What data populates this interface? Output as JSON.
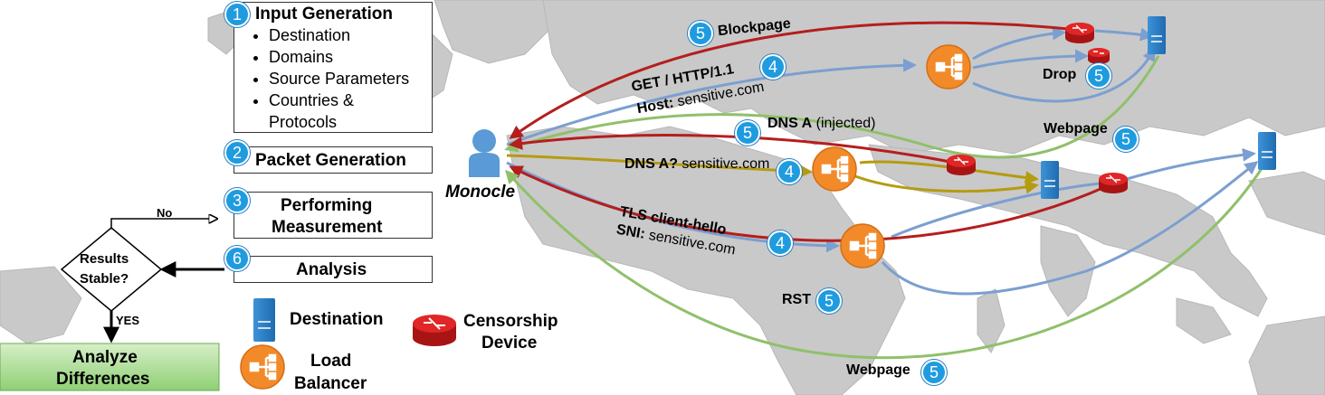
{
  "steps": [
    {
      "num": "1",
      "title": "Input Generation",
      "bullets": [
        "Destination",
        "Domains",
        "Source Parameters",
        "Countries &",
        "Protocols"
      ]
    },
    {
      "num": "2",
      "title": "Packet Generation"
    },
    {
      "num": "3",
      "title_line1": "Performing",
      "title_line2": "Measurement"
    },
    {
      "num": "6",
      "title": "Analysis"
    }
  ],
  "flow": {
    "decision_line1": "Results",
    "decision_line2": "Stable?",
    "no_label": "No",
    "yes_label": "YES",
    "result_line1": "Analyze",
    "result_line2": "Differences"
  },
  "monocle_label": "Monocle",
  "map_labels": {
    "blockpage": {
      "num": "5",
      "text": "Blockpage"
    },
    "http_get": {
      "num": "4",
      "line1": "GET / HTTP/1.1",
      "line2_bold": "Host:",
      "line2_rest": " sensitive.com"
    },
    "drop": {
      "num": "5",
      "text": "Drop"
    },
    "dns_inj": {
      "num": "5",
      "bold": "DNS A",
      "rest": " (injected)"
    },
    "webpage_top": {
      "num": "5",
      "text": "Webpage"
    },
    "dns_q": {
      "num": "4",
      "bold": "DNS A?",
      "rest": " sensitive.com"
    },
    "tls": {
      "num": "4",
      "line1": "TLS client-hello",
      "line2_bold": "SNI:",
      "line2_rest": " sensitive.com"
    },
    "rst": {
      "num": "5",
      "text": "RST"
    },
    "webpage_bottom": {
      "num": "5",
      "text": "Webpage"
    }
  },
  "legend": {
    "destination": "Destination",
    "censor_line1": "Censorship",
    "censor_line2": "Device",
    "lb_line1": "Load",
    "lb_line2": "Balancer"
  },
  "colors": {
    "blue_path": "#7b9fd0",
    "red_path": "#b51e1e",
    "green_path": "#90c06a",
    "olive_path": "#b59b10",
    "badge": "#1f9be0",
    "server": "#2a7fc8",
    "load_balancer": "#f28a2a",
    "censor": "#d61f1f",
    "result_box": "#a8d890"
  }
}
